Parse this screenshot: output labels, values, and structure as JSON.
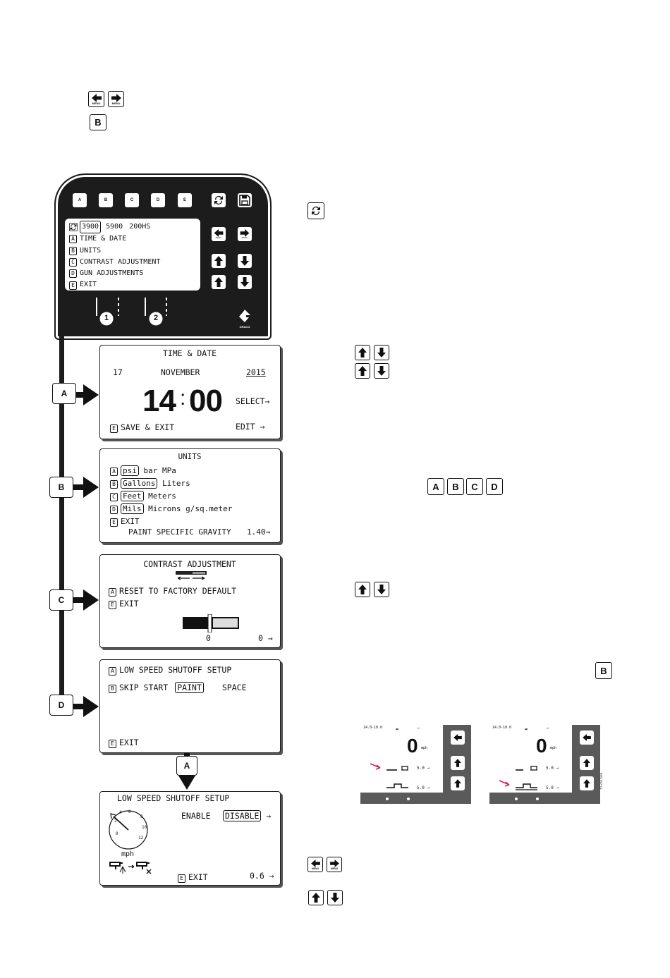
{
  "top_icons": {
    "menu_left_caption": "MENU",
    "menu_right_caption": "MENU",
    "b_key": "B"
  },
  "controller": {
    "top_keys": [
      "A",
      "B",
      "C",
      "D",
      "E"
    ],
    "menu_title_options": [
      "3900",
      "5900",
      "200HS"
    ],
    "menu_items": [
      {
        "key": "A",
        "label": "TIME & DATE"
      },
      {
        "key": "B",
        "label": "UNITS"
      },
      {
        "key": "C",
        "label": "CONTRAST ADJUSTMENT"
      },
      {
        "key": "D",
        "label": "GUN ADJUSTMENTS"
      },
      {
        "key": "E",
        "label": "EXIT"
      }
    ],
    "menu_caption": "MENU",
    "gun_labels": [
      "1",
      "2"
    ],
    "brand": "GRACO"
  },
  "section_labels": {
    "a": "A",
    "b": "B",
    "c": "C",
    "d": "D",
    "sub_a": "A"
  },
  "time_date": {
    "title": "TIME & DATE",
    "day": "17",
    "month": "NOVEMBER",
    "year": "2015",
    "hour": "14",
    "colon": ":",
    "minute": "00",
    "select": "SELECT→",
    "save_key": "E",
    "save_label": "SAVE & EXIT",
    "edit": "EDIT  →"
  },
  "units": {
    "title": "UNITS",
    "rows": [
      {
        "key": "A",
        "selected": "psi",
        "rest": "bar MPa"
      },
      {
        "key": "B",
        "selected": "Gallons",
        "rest": "Liters"
      },
      {
        "key": "C",
        "selected": "Feet",
        "rest": "Meters"
      },
      {
        "key": "D",
        "selected": "Mils",
        "rest": "Microns g/sq.meter"
      }
    ],
    "exit_key": "E",
    "exit_label": "EXIT",
    "gravity_label": "PAINT SPECIFIC GRAVITY",
    "gravity_value": "1.40→"
  },
  "contrast": {
    "title": "CONTRAST ADJUSTMENT",
    "reset_key": "A",
    "reset_label": "RESET TO FACTORY DEFAULT",
    "exit_key": "E",
    "exit_label": "EXIT",
    "slider_value": "0",
    "right_value": "0 →"
  },
  "gun": {
    "low_key": "A",
    "low_label": "LOW SPEED SHUTOFF SETUP",
    "skip_key": "B",
    "skip_label": "SKIP START",
    "skip_selected": "PAINT",
    "skip_other": "SPACE",
    "exit_key": "E",
    "exit_label": "EXIT"
  },
  "low_speed": {
    "title": "LOW SPEED SHUTOFF SETUP",
    "enable": "ENABLE",
    "disable": "DISABLE",
    "arrow": "→",
    "dial_ticks": [
      "0",
      "2",
      "4",
      "6",
      "8",
      "10",
      "12"
    ],
    "unit": "mph",
    "exit_key": "E",
    "exit_label": "EXIT",
    "value": "0.6 →"
  },
  "right_keys": {
    "abcd": [
      "A",
      "B",
      "C",
      "D"
    ],
    "b": "B"
  },
  "mini_screens": [
    {
      "range": "14.0-10.0",
      "speed": "0",
      "unit": "mph",
      "row1": "5.0 →",
      "row2": "5.0 →"
    },
    {
      "range": "14.0-10.0",
      "speed": "0",
      "unit": "mph",
      "row1": "5.0 →",
      "row2": "5.0 →"
    }
  ],
  "figure_id": "ti28158a"
}
